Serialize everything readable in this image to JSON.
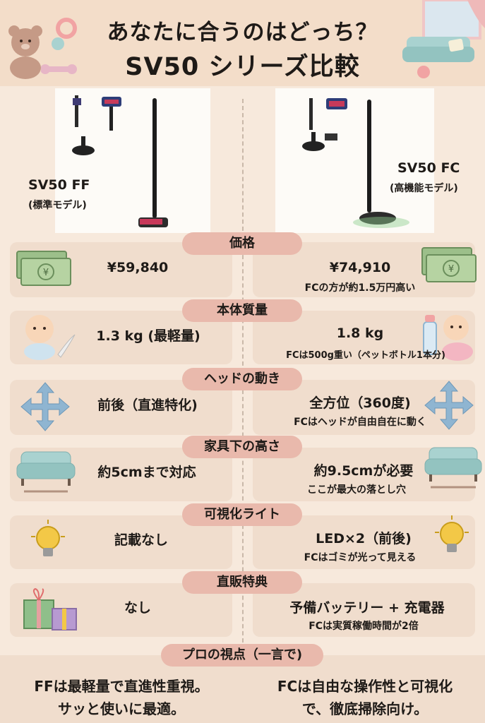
{
  "header": {
    "title_line1": "あなたに合うのはどっち？",
    "title_line2": "SV50 シリーズ比較"
  },
  "models": {
    "ff": {
      "name": "SV50 FF",
      "sub": "(標準モデル)"
    },
    "fc": {
      "name": "SV50 FC",
      "sub": "(高機能モデル)"
    }
  },
  "sections": [
    {
      "label": "価格",
      "ff_value": "¥59,840",
      "fc_value": "¥74,910",
      "fc_note": "FCの方が約1.5万円高い"
    },
    {
      "label": "本体質量",
      "ff_value": "1.3 kg (最軽量)",
      "fc_value": "1.8 kg",
      "fc_note": "FCは500g重い（ペットボトル1本分)"
    },
    {
      "label": "ヘッドの動き",
      "ff_value": "前後（直進特化)",
      "fc_value": "全方位（360度)",
      "fc_note": "FCはヘッドが自由自在に動く"
    },
    {
      "label": "家具下の高さ",
      "ff_value": "約5cmまで対応",
      "fc_value": "約9.5cmが必要",
      "fc_note": "ここが最大の落とし穴"
    },
    {
      "label": "可視化ライト",
      "ff_value": "記載なし",
      "fc_value": "LED×2（前後)",
      "fc_note": "FCはゴミが光って見える"
    },
    {
      "label": "直販特典",
      "ff_value": "なし",
      "fc_value": "予備バッテリー + 充電器",
      "fc_note": "FCは実質稼働時間が2倍"
    }
  ],
  "pro": {
    "label": "プロの視点（一言で)",
    "ff_line1": "FFは最軽量で直進性重視。",
    "ff_line2": "サッと使いに最適。",
    "fc_line1": "FCは自由な操作性と可視化",
    "fc_line2": "で、徹底掃除向け。"
  },
  "colors": {
    "background": "#f7e9dc",
    "header": "#f3ddc9",
    "pill": "#e9b9ac",
    "box": "#f0ddcd",
    "money": "#9cbf8a",
    "arrow": "#8fb5d1",
    "sofa": "#a9d2d0",
    "bulb": "#f3c847"
  },
  "icons": [
    "teddy-bear-icon",
    "baby-toy-icon",
    "sofa-icon",
    "money-icon",
    "baby-icon",
    "feather-icon",
    "baby-bottle-icon",
    "four-way-arrow-icon",
    "lightbulb-icon",
    "gift-icon",
    "vacuum-icon"
  ]
}
